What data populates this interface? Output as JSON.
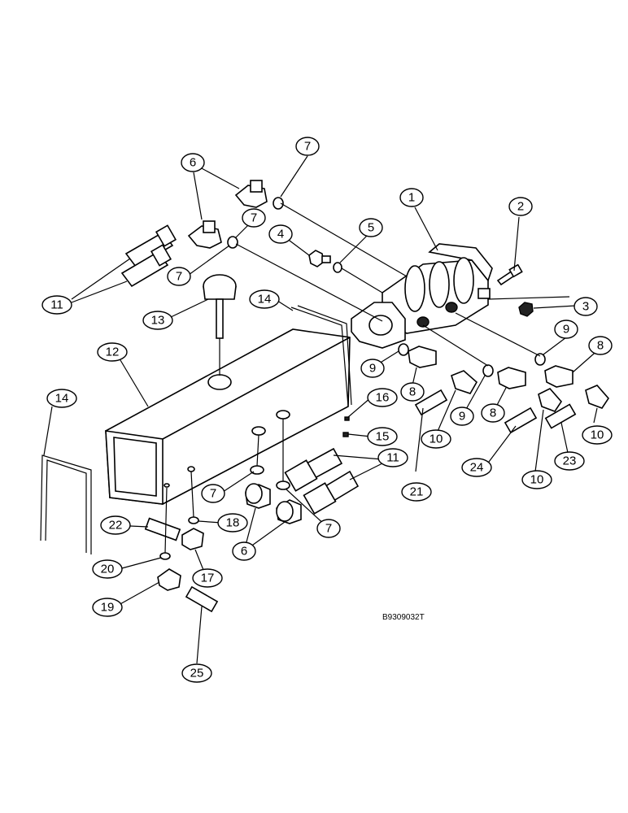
{
  "figure_code": "B9309032T",
  "callouts": [
    {
      "id": "c1",
      "label": "1"
    },
    {
      "id": "c2",
      "label": "2"
    },
    {
      "id": "c3",
      "label": "3"
    },
    {
      "id": "c4",
      "label": "4"
    },
    {
      "id": "c5",
      "label": "5"
    },
    {
      "id": "c6a",
      "label": "6"
    },
    {
      "id": "c6b",
      "label": "6"
    },
    {
      "id": "c7a",
      "label": "7"
    },
    {
      "id": "c7b",
      "label": "7"
    },
    {
      "id": "c7c",
      "label": "7"
    },
    {
      "id": "c7d",
      "label": "7"
    },
    {
      "id": "c7e",
      "label": "7"
    },
    {
      "id": "c8a",
      "label": "8"
    },
    {
      "id": "c8b",
      "label": "8"
    },
    {
      "id": "c8c",
      "label": "8"
    },
    {
      "id": "c9a",
      "label": "9"
    },
    {
      "id": "c9b",
      "label": "9"
    },
    {
      "id": "c9c",
      "label": "9"
    },
    {
      "id": "c10a",
      "label": "10"
    },
    {
      "id": "c10b",
      "label": "10"
    },
    {
      "id": "c10c",
      "label": "10"
    },
    {
      "id": "c11a",
      "label": "11"
    },
    {
      "id": "c11b",
      "label": "11"
    },
    {
      "id": "c12",
      "label": "12"
    },
    {
      "id": "c13",
      "label": "13"
    },
    {
      "id": "c14a",
      "label": "14"
    },
    {
      "id": "c14b",
      "label": "14"
    },
    {
      "id": "c15",
      "label": "15"
    },
    {
      "id": "c16",
      "label": "16"
    },
    {
      "id": "c17",
      "label": "17"
    },
    {
      "id": "c18",
      "label": "18"
    },
    {
      "id": "c19",
      "label": "19"
    },
    {
      "id": "c20",
      "label": "20"
    },
    {
      "id": "c21",
      "label": "21"
    },
    {
      "id": "c22",
      "label": "22"
    },
    {
      "id": "c23",
      "label": "23"
    },
    {
      "id": "c24",
      "label": "24"
    },
    {
      "id": "c25",
      "label": "25"
    }
  ]
}
